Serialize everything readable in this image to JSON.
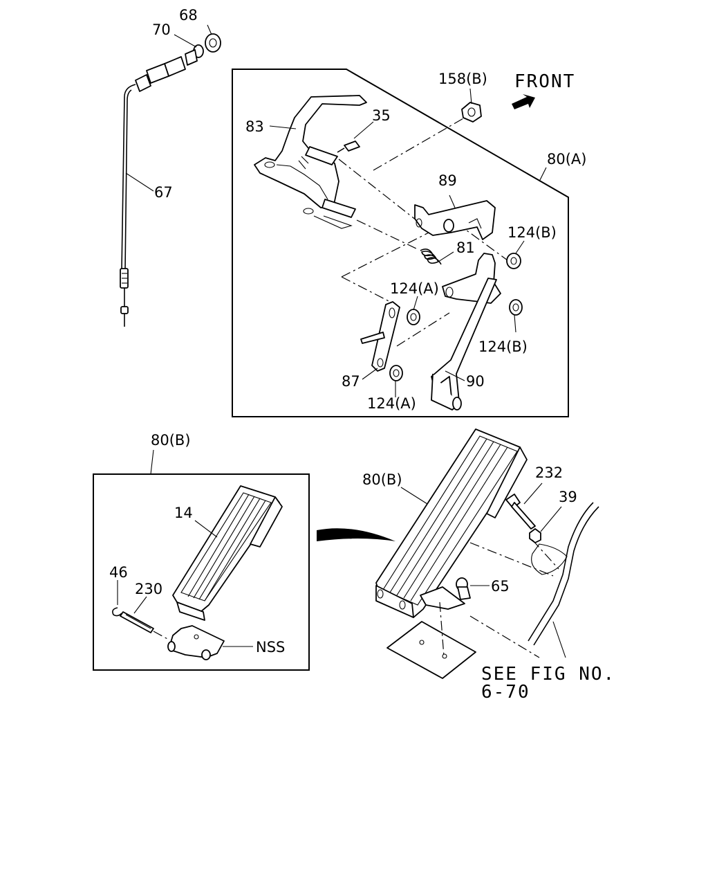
{
  "figure": {
    "front_label": "FRONT",
    "see_fig_line1": "SEE FIG NO.",
    "see_fig_line2": "6-70",
    "callouts": {
      "c68": "68",
      "c70": "70",
      "c67": "67",
      "c158b": "158(B)",
      "c35": "35",
      "c83": "83",
      "c80a": "80(A)",
      "c89": "89",
      "c124b_top": "124(B)",
      "c81": "81",
      "c124a_mid": "124(A)",
      "c124b_low": "124(B)",
      "c87": "87",
      "c90": "90",
      "c124a_low": "124(A)",
      "c80b_box": "80(B)",
      "c14": "14",
      "c46": "46",
      "c230": "230",
      "cnss": "NSS",
      "c80b_main": "80(B)",
      "c232": "232",
      "c39": "39",
      "c65": "65"
    }
  }
}
